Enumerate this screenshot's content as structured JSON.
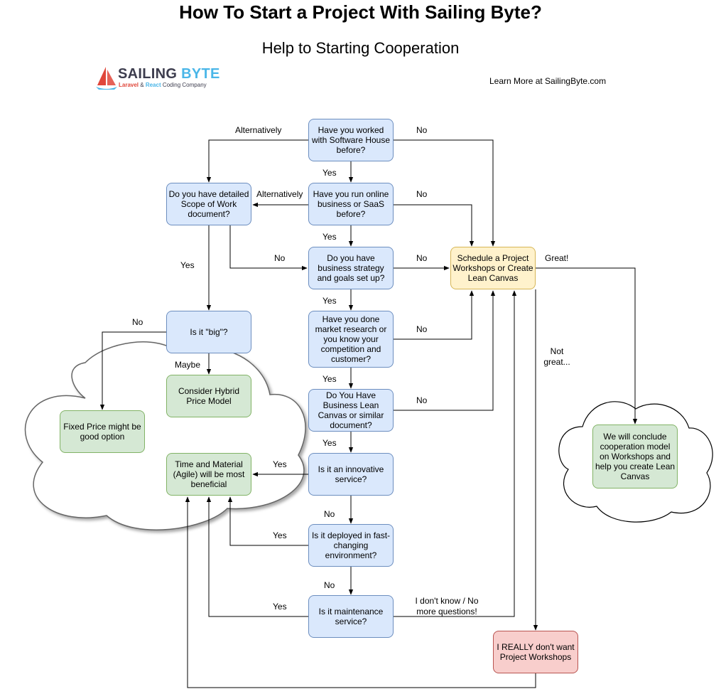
{
  "title": "How To Start a Project With Sailing Byte?",
  "subtitle": "Help to Starting Cooperation",
  "logo": {
    "name_part1": "SAILING ",
    "name_part2": "BYTE",
    "tag_laravel": "Laravel",
    "tag_amp": " & ",
    "tag_react": "React",
    "tag_rest": " Coding Company",
    "colors": {
      "primary": "#3d3d4e",
      "accent": "#4ab6e8",
      "sail": "#e0473b"
    }
  },
  "learn_more": "Learn More at SailingByte.com",
  "nodes": {
    "q_software_house": "Have you worked with Software House before?",
    "q_online_business": "Have you run online business or SaaS before?",
    "q_scope_doc": "Do you have detailed Scope of Work document?",
    "q_strategy": "Do you have business strategy and goals set up?",
    "schedule": "Schedule a Project Workshops or Create Lean Canvas",
    "q_big": "Is it \"big\"?",
    "q_market": "Have you done market research or you know your competition and customer?",
    "hybrid": "Consider Hybrid Price Model",
    "q_lean_canvas": "Do You Have Business Lean Canvas or similar document?",
    "fixed_price": "Fixed Price might be good option",
    "conclude": "We will conclude cooperation model on Workshops and help you create Lean Canvas",
    "q_innovative": "Is it an innovative service?",
    "time_material": "Time and Material (Agile) will be most beneficial",
    "q_fast_changing": "Is it deployed in fast-changing environment?",
    "q_maintenance": "Is it maintenance service?",
    "no_workshops": "I REALLY don't want Project Workshops"
  },
  "edge_labels": {
    "alternatively_1": "Alternatively",
    "no_1": "No",
    "yes_1": "Yes",
    "alternatively_2": "Alternatively",
    "no_2": "No",
    "yes_2": "Yes",
    "yes_scope": "Yes",
    "no_scope": "No",
    "no_strategy": "No",
    "great": "Great!",
    "yes_3": "Yes",
    "no_big": "No",
    "no_market": "No",
    "not_great": "Not great...",
    "maybe": "Maybe",
    "yes_4": "Yes",
    "no_lean": "No",
    "yes_5": "Yes",
    "yes_innovative": "Yes",
    "no_innovative": "No",
    "yes_fast": "Yes",
    "no_fast": "No",
    "yes_maint": "Yes",
    "dont_know": "I don't know / No more questions!"
  },
  "colors": {
    "blue_fill": "#dae8fc",
    "blue_stroke": "#6c8ebf",
    "green_fill": "#d5e8d4",
    "green_stroke": "#82b366",
    "yellow_fill": "#fff2cc",
    "yellow_stroke": "#d6b656",
    "red_fill": "#f8cecc",
    "red_stroke": "#b85450"
  }
}
